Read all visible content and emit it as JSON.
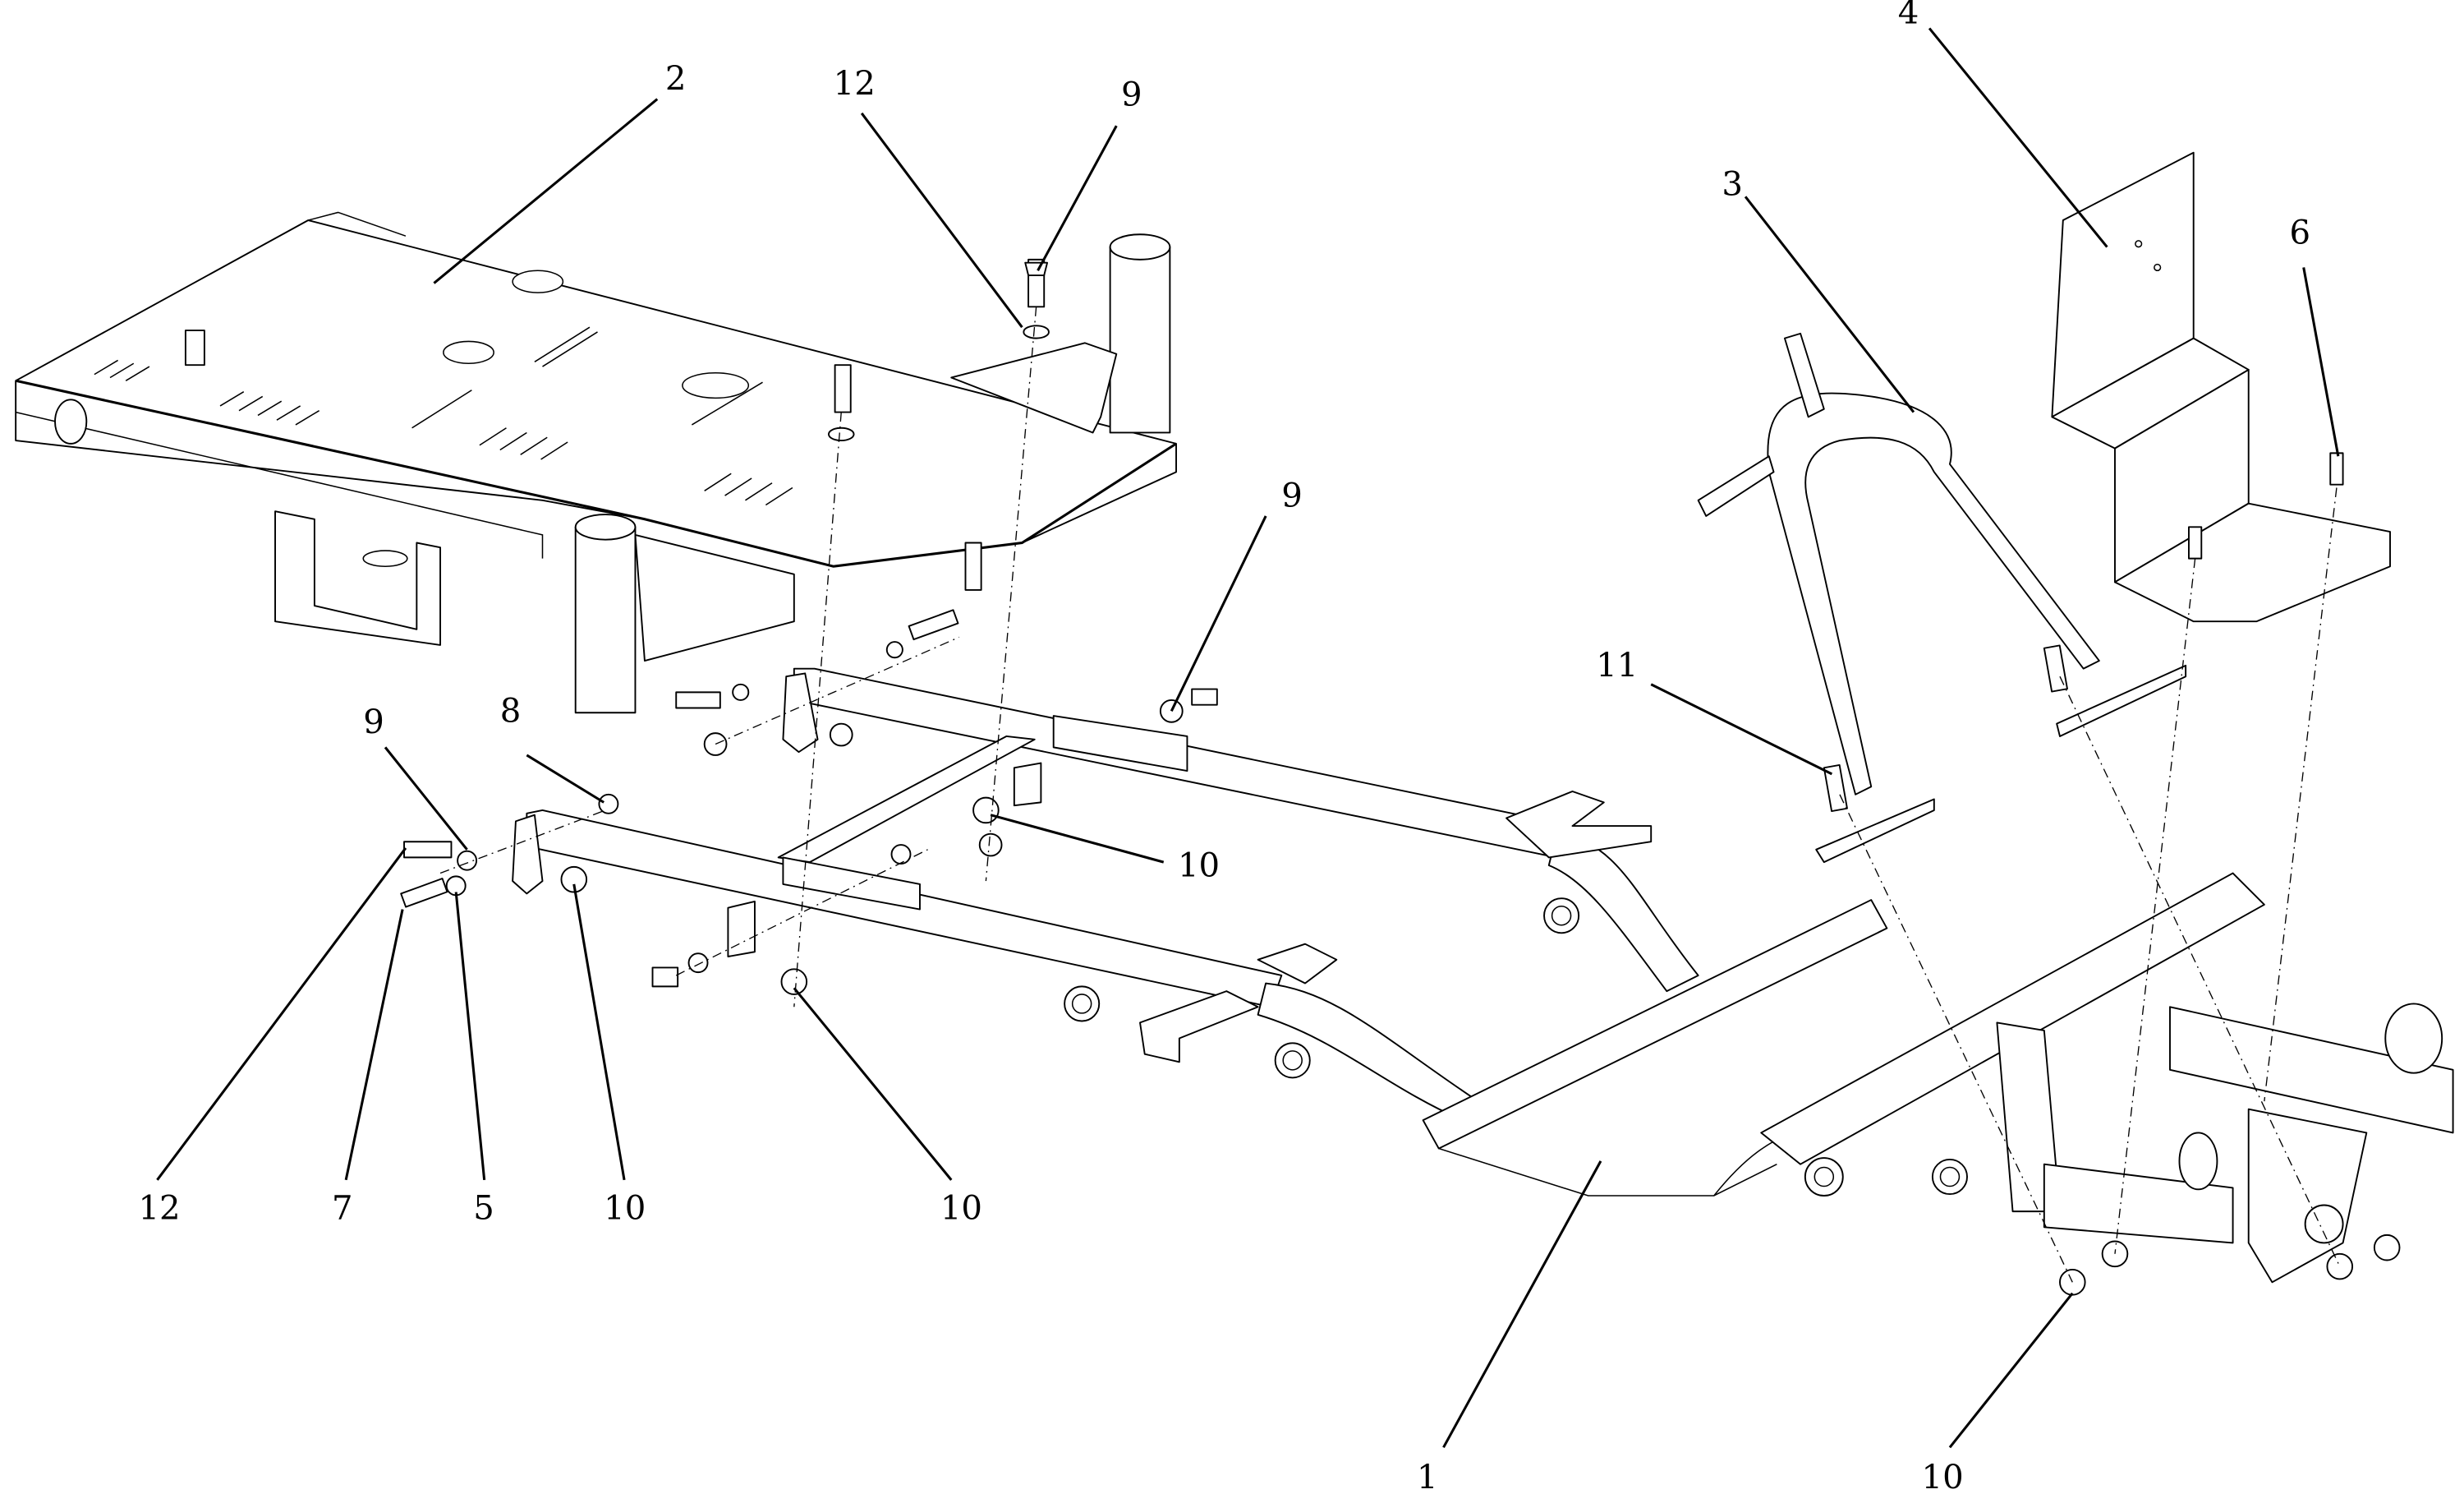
{
  "diagram": {
    "title": "Frame assembly exploded view",
    "callouts": [
      {
        "id": "c1",
        "label": "1",
        "part": "main-frame"
      },
      {
        "id": "c2",
        "label": "2",
        "part": "seat-deck-plate"
      },
      {
        "id": "c3",
        "label": "3",
        "part": "roll-bar-hoop"
      },
      {
        "id": "c4",
        "label": "4",
        "part": "mounting-bracket"
      },
      {
        "id": "c5",
        "label": "5",
        "part": "washer"
      },
      {
        "id": "c6",
        "label": "6",
        "part": "flange-bolt"
      },
      {
        "id": "c7",
        "label": "7",
        "part": "bolt"
      },
      {
        "id": "c8",
        "label": "8",
        "part": "washer"
      },
      {
        "id": "c9a",
        "label": "9",
        "part": "bolt"
      },
      {
        "id": "c9b",
        "label": "9",
        "part": "washer"
      },
      {
        "id": "c9c",
        "label": "9",
        "part": "washer"
      },
      {
        "id": "c10a",
        "label": "10",
        "part": "flange-nut"
      },
      {
        "id": "c10b",
        "label": "10",
        "part": "flange-nut"
      },
      {
        "id": "c10c",
        "label": "10",
        "part": "flange-nut"
      },
      {
        "id": "c10d",
        "label": "10",
        "part": "flange-nut"
      },
      {
        "id": "c11",
        "label": "11",
        "part": "bolt"
      },
      {
        "id": "c12a",
        "label": "12",
        "part": "washer"
      },
      {
        "id": "c12b",
        "label": "12",
        "part": "bolt"
      }
    ]
  }
}
